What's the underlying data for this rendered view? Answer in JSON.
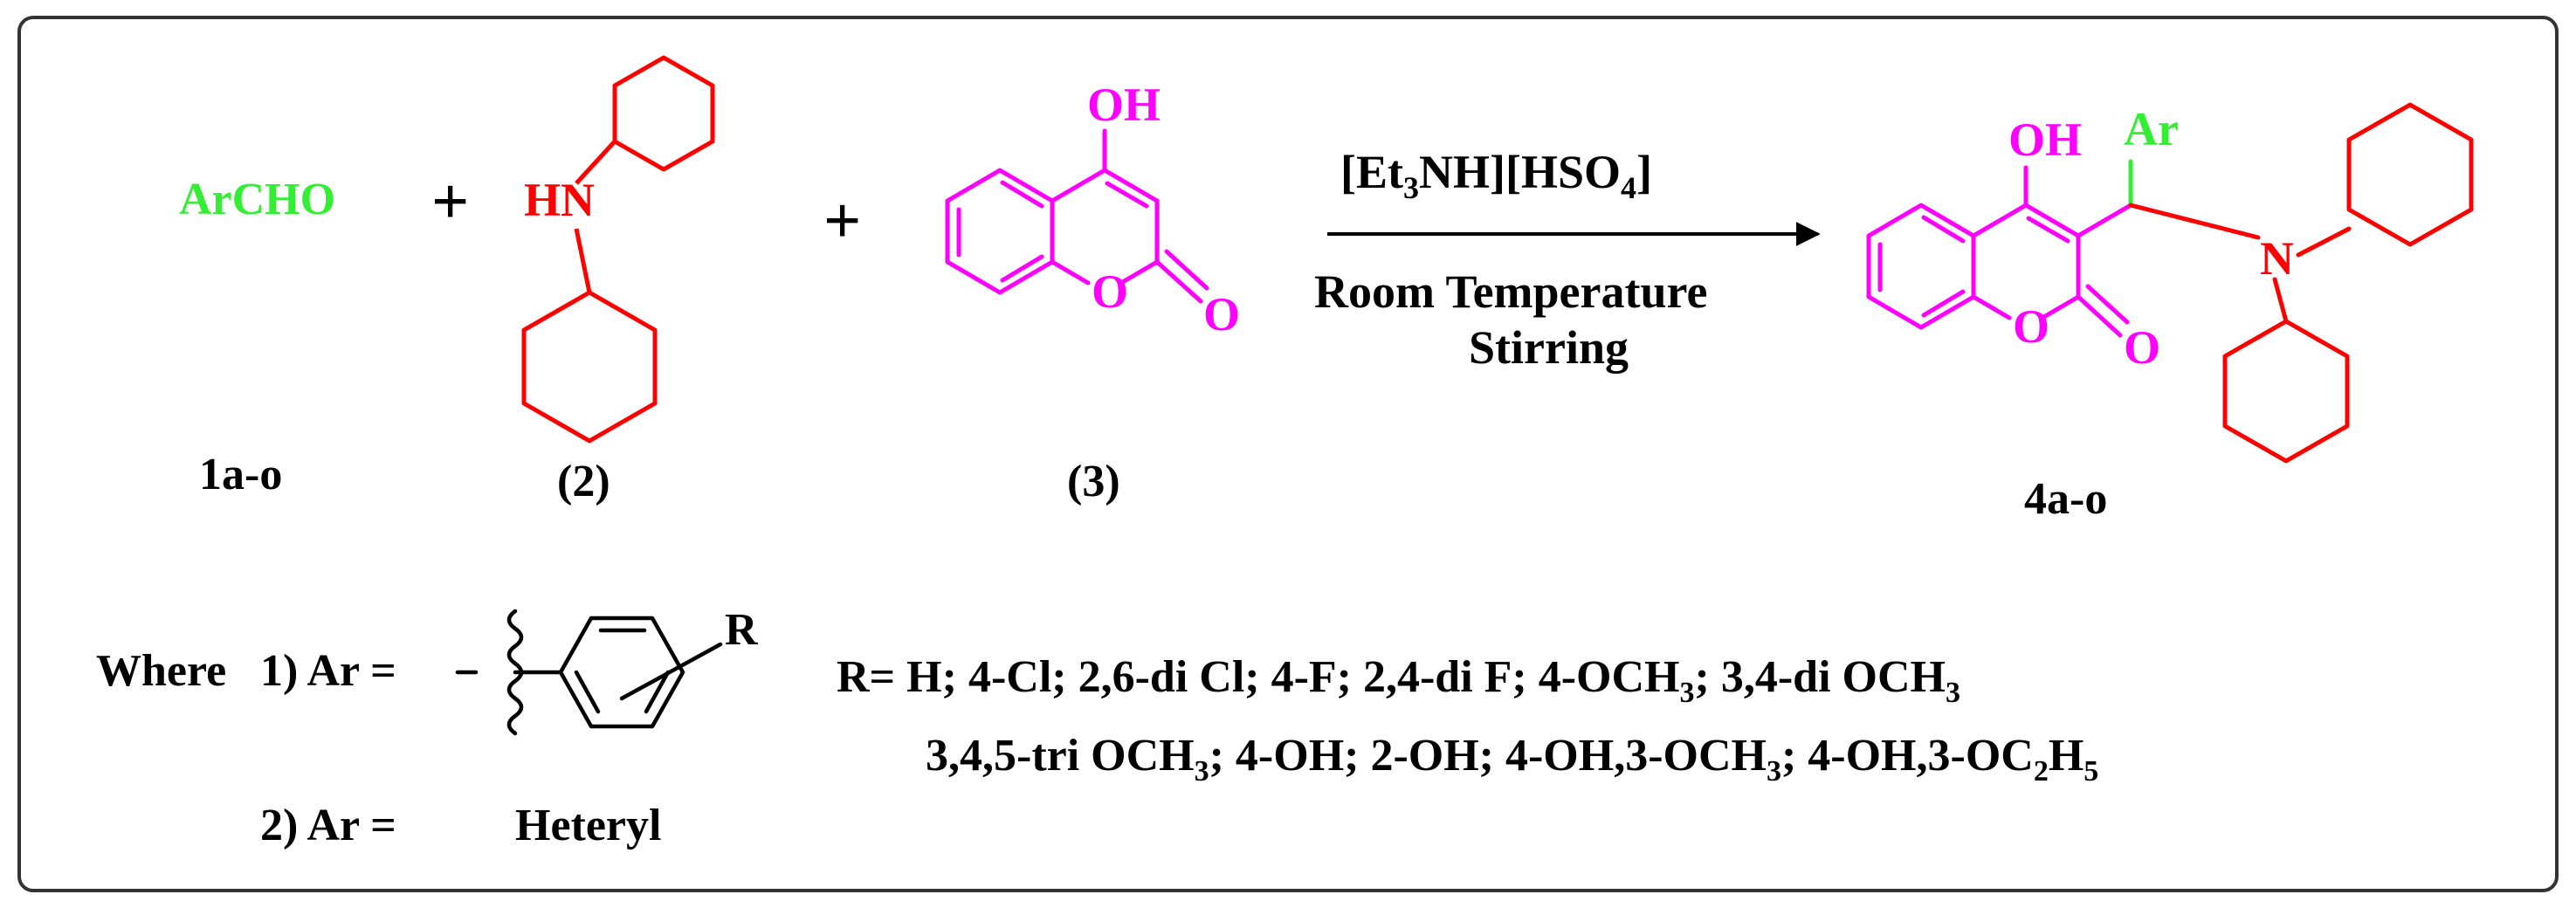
{
  "colors": {
    "aldehyde": "#33ee33",
    "amine": "#ff0000",
    "coumarin": "#ff00ff",
    "ink": "#000000",
    "frame": "#333333"
  },
  "reactants": {
    "aldehyde": {
      "formula": "ArCHO",
      "label": "1a-o"
    },
    "plus1": "+",
    "amine": {
      "hn": "HN",
      "label": "(2)"
    },
    "plus2": "+",
    "coumarin": {
      "oh": "OH",
      "ring_o": "O",
      "carbonyl_o": "O",
      "label": "(3)"
    }
  },
  "conditions": {
    "catalyst_a": "[Et",
    "catalyst_sub1": "3",
    "catalyst_b": "NH][HSO",
    "catalyst_sub2": "4",
    "catalyst_c": "]",
    "line1": "Room Temperature",
    "line2": "Stirring"
  },
  "product": {
    "oh": "OH",
    "ar": "Ar",
    "n": "N",
    "ring_o": "O",
    "carbonyl_o": "O",
    "label": "4a-o"
  },
  "legend": {
    "where": "Where",
    "item1": "1) Ar =",
    "item1_r": "R",
    "item2": "2) Ar =",
    "item2_value": "Heteryl",
    "r_line1": [
      "R= H; 4-Cl; 2,6-di Cl; 4-F; 2,4-di F; 4-OCH",
      "3",
      "; 3,4-di OCH",
      "3"
    ],
    "r_line2": [
      "3,4,5-tri OCH",
      "3",
      "; 4-OH;  2-OH; 4-OH,3-OCH",
      "3",
      "; 4-OH,3-OC",
      "2",
      "H",
      "5"
    ]
  }
}
